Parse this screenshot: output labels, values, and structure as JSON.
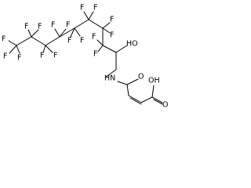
{
  "structure": {
    "atom_labels": {
      "f_1": "F",
      "f_2": "F",
      "f_3": "F",
      "f_4": "F",
      "f_5": "F",
      "f_6": "F",
      "f_7": "F",
      "f_8": "F",
      "f_9": "F",
      "f_10": "F",
      "f_11": "F",
      "f_12": "F",
      "f_13": "F",
      "f_14": "F",
      "f_15": "F",
      "f_16": "F",
      "f_17": "F",
      "ho": "HO",
      "hn": "HN",
      "o_amide": "O",
      "oh_acid": "OH",
      "o_acid": "O"
    }
  }
}
